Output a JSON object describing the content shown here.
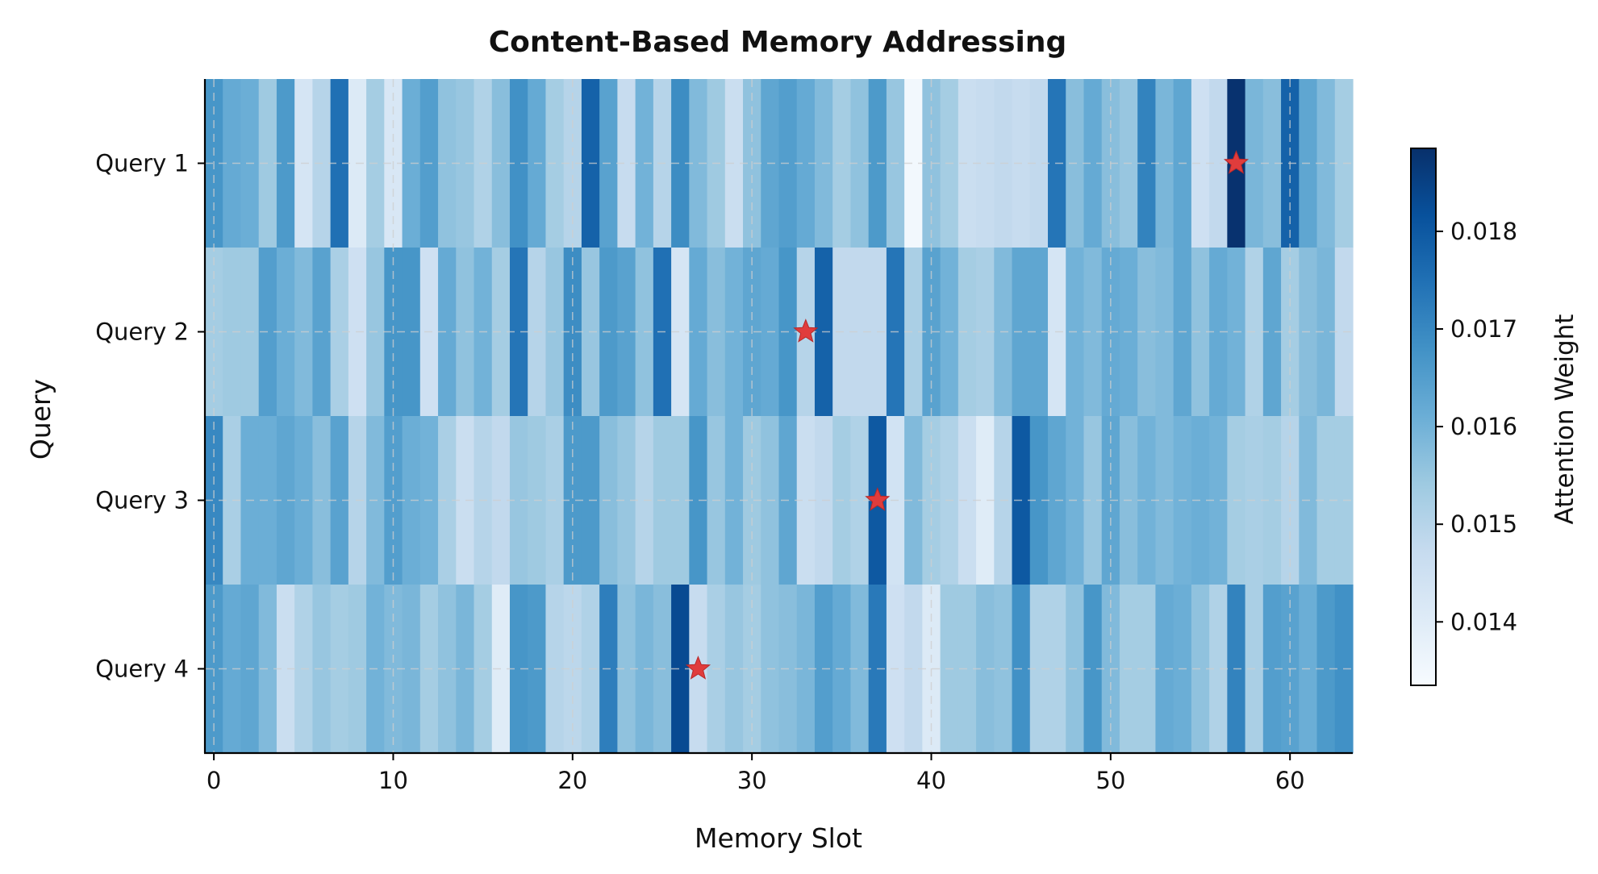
{
  "chart_data": {
    "type": "heatmap",
    "title": "Content-Based Memory Addressing",
    "xlabel": "Memory Slot",
    "ylabel": "Query",
    "colorbar_label": "Attention Weight",
    "colormap": "Blues",
    "grid": true,
    "x_ticks": [
      0,
      10,
      20,
      30,
      40,
      50,
      60
    ],
    "y_categories": [
      "Query 1",
      "Query 2",
      "Query 3",
      "Query 4"
    ],
    "color_range": [
      0.01335,
      0.01885
    ],
    "colorbar_ticks": [
      "0.014",
      "0.015",
      "0.016",
      "0.017",
      "0.018"
    ],
    "marker_color": "#e03c3c",
    "max_markers": [
      {
        "query": "Query 1",
        "slot": 57
      },
      {
        "query": "Query 2",
        "slot": 33
      },
      {
        "query": "Query 3",
        "slot": 37
      },
      {
        "query": "Query 4",
        "slot": 27
      }
    ],
    "values": [
      [
        0.0167,
        0.0162,
        0.0161,
        0.0154,
        0.0166,
        0.0143,
        0.015,
        0.0175,
        0.0141,
        0.0153,
        0.0142,
        0.0161,
        0.0165,
        0.0156,
        0.0155,
        0.0151,
        0.0157,
        0.0168,
        0.0162,
        0.0153,
        0.015,
        0.0178,
        0.0164,
        0.0147,
        0.016,
        0.015,
        0.0169,
        0.0158,
        0.0154,
        0.0146,
        0.0156,
        0.0163,
        0.0165,
        0.0162,
        0.0158,
        0.0153,
        0.0156,
        0.0166,
        0.0155,
        0.0135,
        0.0156,
        0.0153,
        0.0146,
        0.0147,
        0.0148,
        0.0147,
        0.0148,
        0.0174,
        0.0157,
        0.0162,
        0.0157,
        0.0155,
        0.0171,
        0.0159,
        0.0163,
        0.0145,
        0.0148,
        0.0188,
        0.0159,
        0.0157,
        0.0178,
        0.0163,
        0.0158,
        0.0153
      ],
      [
        0.0153,
        0.0154,
        0.0154,
        0.0165,
        0.0161,
        0.0158,
        0.0164,
        0.0152,
        0.0145,
        0.0155,
        0.0167,
        0.0167,
        0.0145,
        0.0162,
        0.0156,
        0.016,
        0.0153,
        0.0174,
        0.015,
        0.0155,
        0.0169,
        0.0155,
        0.0166,
        0.0164,
        0.0156,
        0.0175,
        0.0143,
        0.0162,
        0.0157,
        0.016,
        0.0163,
        0.0162,
        0.0167,
        0.015,
        0.0178,
        0.0148,
        0.0148,
        0.0148,
        0.0174,
        0.0152,
        0.0164,
        0.016,
        0.0153,
        0.0152,
        0.0158,
        0.0163,
        0.0163,
        0.0143,
        0.016,
        0.0158,
        0.0162,
        0.0161,
        0.0157,
        0.0158,
        0.0163,
        0.0156,
        0.0162,
        0.016,
        0.0151,
        0.0163,
        0.0153,
        0.0157,
        0.0159,
        0.0148
      ],
      [
        0.017,
        0.0152,
        0.0161,
        0.0161,
        0.0163,
        0.0161,
        0.0157,
        0.0164,
        0.015,
        0.0158,
        0.0165,
        0.0161,
        0.016,
        0.0152,
        0.0146,
        0.015,
        0.0148,
        0.0155,
        0.0154,
        0.0152,
        0.0166,
        0.0166,
        0.0157,
        0.0155,
        0.015,
        0.0154,
        0.0154,
        0.0167,
        0.0155,
        0.016,
        0.0154,
        0.0156,
        0.0163,
        0.0146,
        0.0148,
        0.0153,
        0.0151,
        0.018,
        0.0144,
        0.0158,
        0.0153,
        0.0151,
        0.0146,
        0.014,
        0.015,
        0.018,
        0.0167,
        0.0163,
        0.016,
        0.0155,
        0.0163,
        0.0157,
        0.016,
        0.0158,
        0.016,
        0.0161,
        0.016,
        0.0153,
        0.0152,
        0.0153,
        0.015,
        0.0158,
        0.0153,
        0.0153
      ],
      [
        0.0166,
        0.0162,
        0.0163,
        0.0158,
        0.0146,
        0.0151,
        0.0155,
        0.0153,
        0.0154,
        0.016,
        0.0158,
        0.0159,
        0.0153,
        0.0156,
        0.0159,
        0.0153,
        0.014,
        0.0167,
        0.0166,
        0.015,
        0.0149,
        0.0151,
        0.0172,
        0.0156,
        0.0159,
        0.0157,
        0.0183,
        0.0147,
        0.0152,
        0.0155,
        0.0153,
        0.0156,
        0.0157,
        0.0159,
        0.0165,
        0.0162,
        0.0158,
        0.0173,
        0.0145,
        0.0148,
        0.0141,
        0.0154,
        0.0154,
        0.0157,
        0.0156,
        0.0168,
        0.0151,
        0.0151,
        0.0156,
        0.0167,
        0.0158,
        0.0153,
        0.0153,
        0.0162,
        0.0161,
        0.0156,
        0.0151,
        0.0171,
        0.0152,
        0.0165,
        0.0164,
        0.0161,
        0.0166,
        0.0168
      ]
    ]
  }
}
